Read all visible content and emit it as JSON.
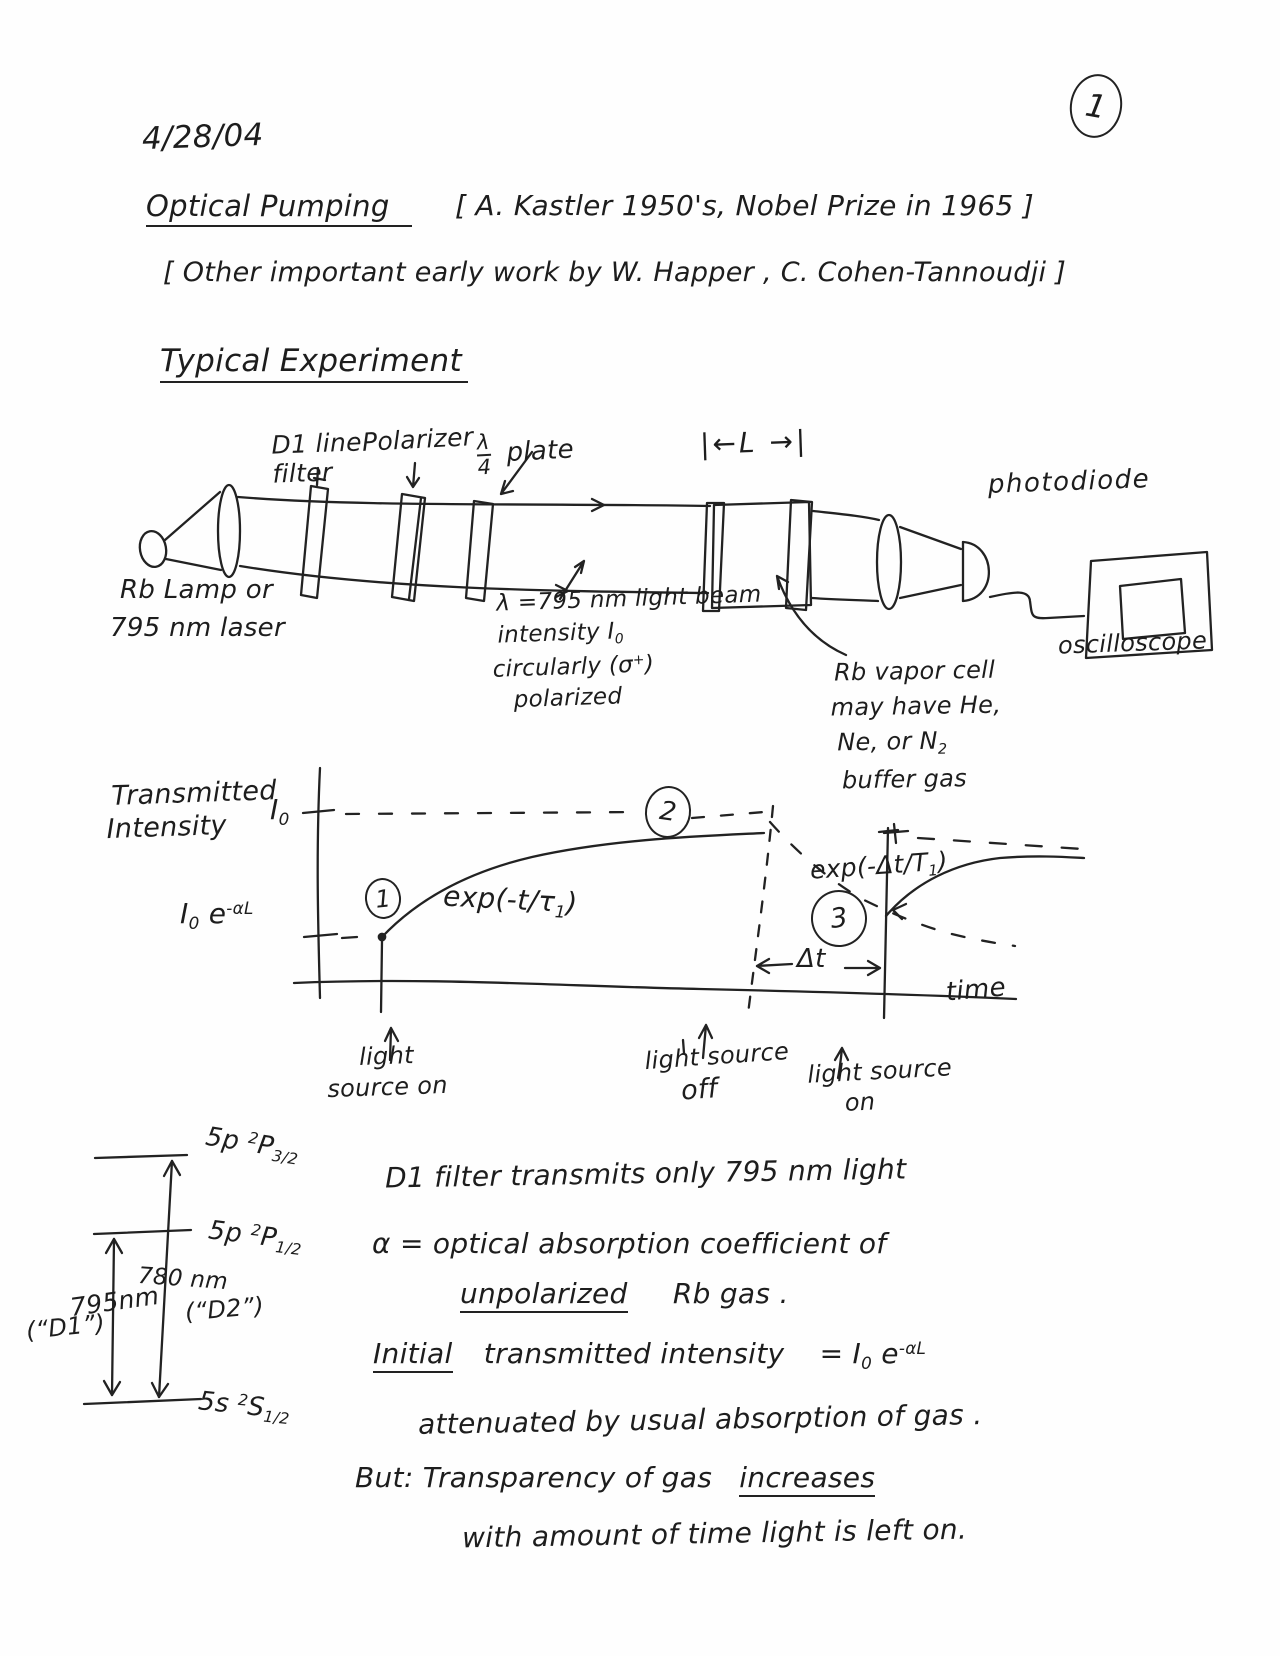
{
  "page": {
    "number": "1"
  },
  "header": {
    "date": "4/28/04",
    "title": "Optical Pumping",
    "title_bracket": "[ A. Kastler 1950's,    Nobel Prize in 1965 ]",
    "credits": "[ Other important early work  by   W. Happer , C. Cohen-Tannoudji ]"
  },
  "experiment": {
    "heading": "Typical Experiment",
    "labels": {
      "d1_line1": "D1 line",
      "d1_line2": "filter",
      "polarizer": "Polarizer",
      "quarter_wave_num": "λ",
      "quarter_wave_den": "4",
      "quarter_wave_text": "plate",
      "length_marker": "|←L →|",
      "source_line1": "Rb Lamp or",
      "source_line2": "795 nm laser",
      "beam_line1": "λ =795 nm  light beam",
      "beam_line2": {
        "pre": "intensity I",
        "sub": "0"
      },
      "beam_line3": {
        "pre": "circularly (σ",
        "sup": "+",
        "post": ")"
      },
      "beam_line4": "polarized",
      "photodiode": "photodiode",
      "oscilloscope": "oscilloscope",
      "cell_line1": "Rb vapor cell",
      "cell_line2": "may have He,",
      "cell_line3": {
        "pre": "Ne, or N",
        "sub": "2"
      },
      "cell_line4": "buffer gas"
    }
  },
  "graph": {
    "ylabel_line1": "Transmitted",
    "ylabel_line2": "Intensity",
    "ytick_top": {
      "base": "I",
      "sub": "0"
    },
    "ytick_bottom": {
      "base": "I",
      "sub": "0",
      "mid": " e",
      "sup": "-αL"
    },
    "marker1": "1",
    "marker2": "2",
    "marker3": "3",
    "curve1_label": {
      "pre": "exp(-t/τ",
      "sub": "1",
      "post": ")"
    },
    "curve2_label": {
      "pre": "exp(-Δt/T",
      "sub": "1",
      "post": ")"
    },
    "delta_t": "Δt",
    "xlabel": "time",
    "event1_line1": "light",
    "event1_line2": "source on",
    "event2_line1": "light source",
    "event2_line2": "off",
    "event3_line1": "light source",
    "event3_line2": "on"
  },
  "levels": {
    "p32": {
      "n": "5p",
      "sup": "2",
      "l": "P",
      "sub": "3/2"
    },
    "p12": {
      "n": "5p",
      "sup": "2",
      "l": "P",
      "sub": "1/2"
    },
    "s12": {
      "n": "5s",
      "sup": "2",
      "l": "S",
      "sub": "1/2"
    },
    "nm780": "780 nm",
    "nm795": "795nm",
    "d2": "(“D2”)",
    "d1": "(“D1”)"
  },
  "notes": {
    "line1": "D1 filter transmits   only   795 nm light",
    "line2a": "α =  optical absorption   coefficient of",
    "line2b": "unpolarized",
    "line2c": "Rb  gas .",
    "line3a": "Initial",
    "line3b": "transmitted  intensity",
    "line3c": {
      "pre": "=  I",
      "sub": "0",
      "mid": " e",
      "sup": "-αL"
    },
    "line4": "attenuated   by   usual   absorption of   gas .",
    "line5a": "But:   Transparency of  gas  ",
    "line5b": "increases",
    "line6": "with amount  of  time   light  is  left on."
  }
}
